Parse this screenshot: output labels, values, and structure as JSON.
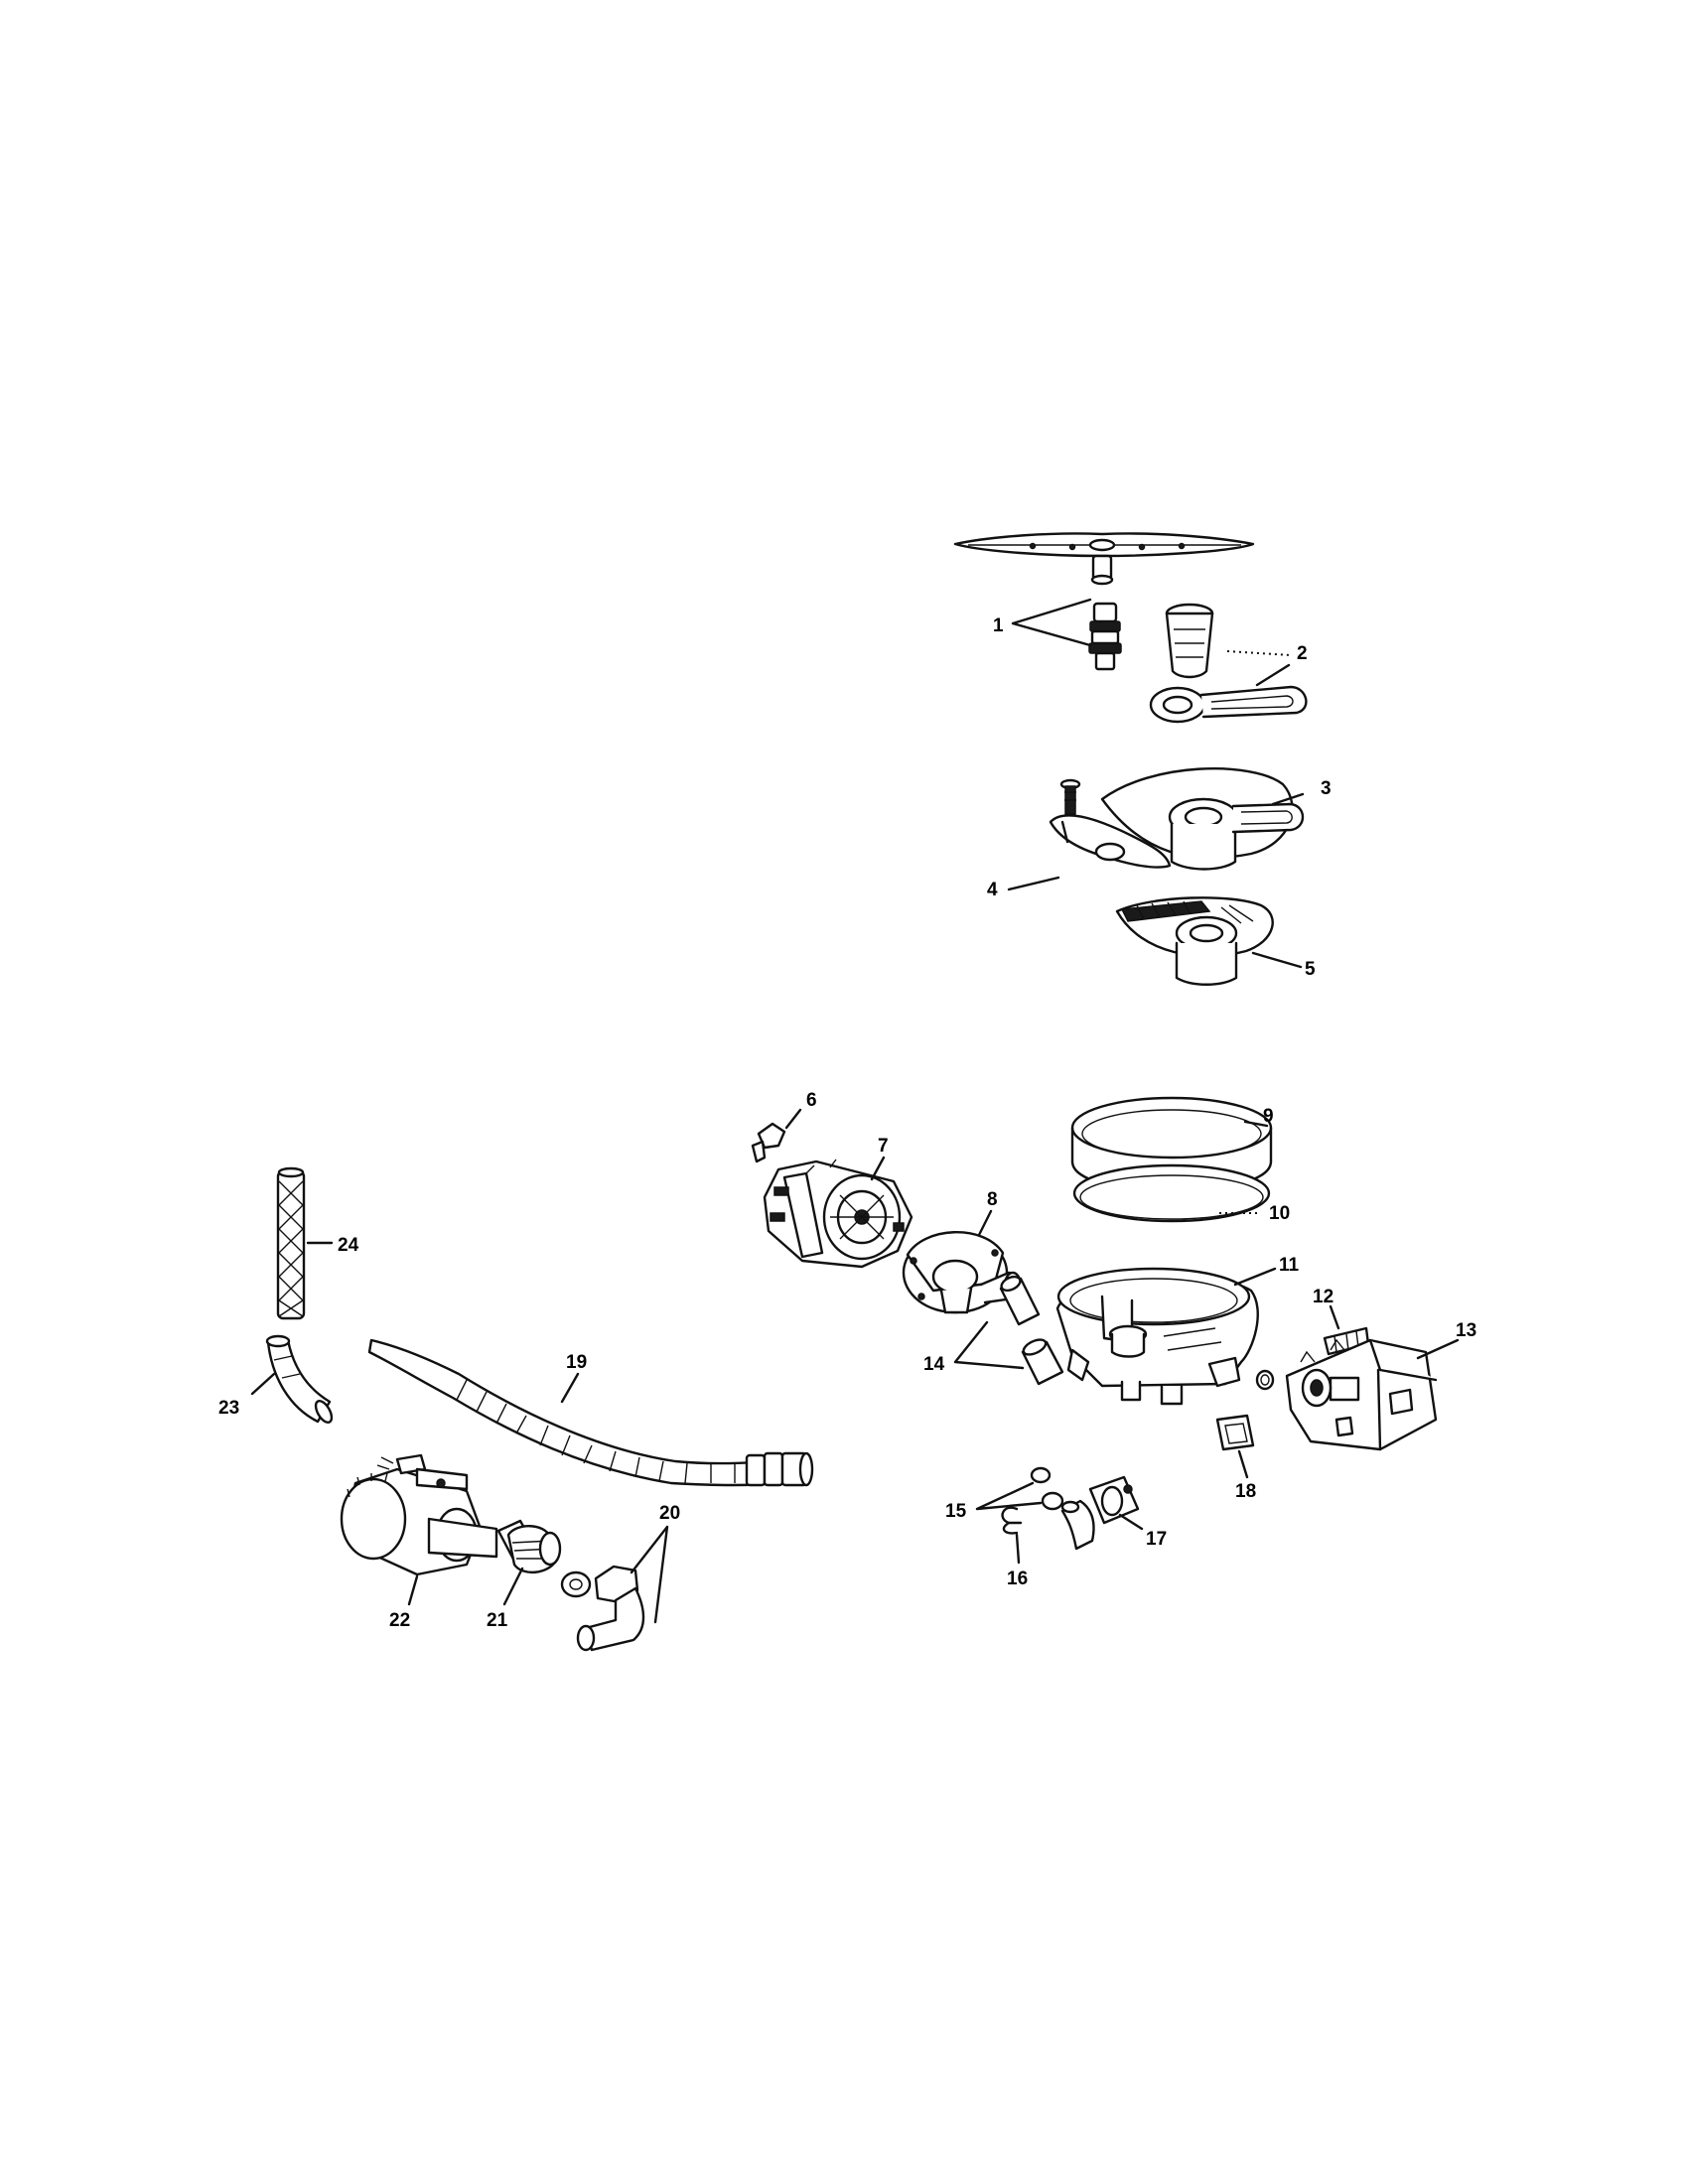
{
  "callouts": [
    "1",
    "2",
    "3",
    "4",
    "5",
    "6",
    "7",
    "8",
    "9",
    "10",
    "11",
    "12",
    "13",
    "14",
    "15",
    "16",
    "17",
    "18",
    "19",
    "20",
    "21",
    "22",
    "23",
    "24"
  ],
  "colors": {
    "ink": "#111111",
    "paper": "#ffffff"
  }
}
